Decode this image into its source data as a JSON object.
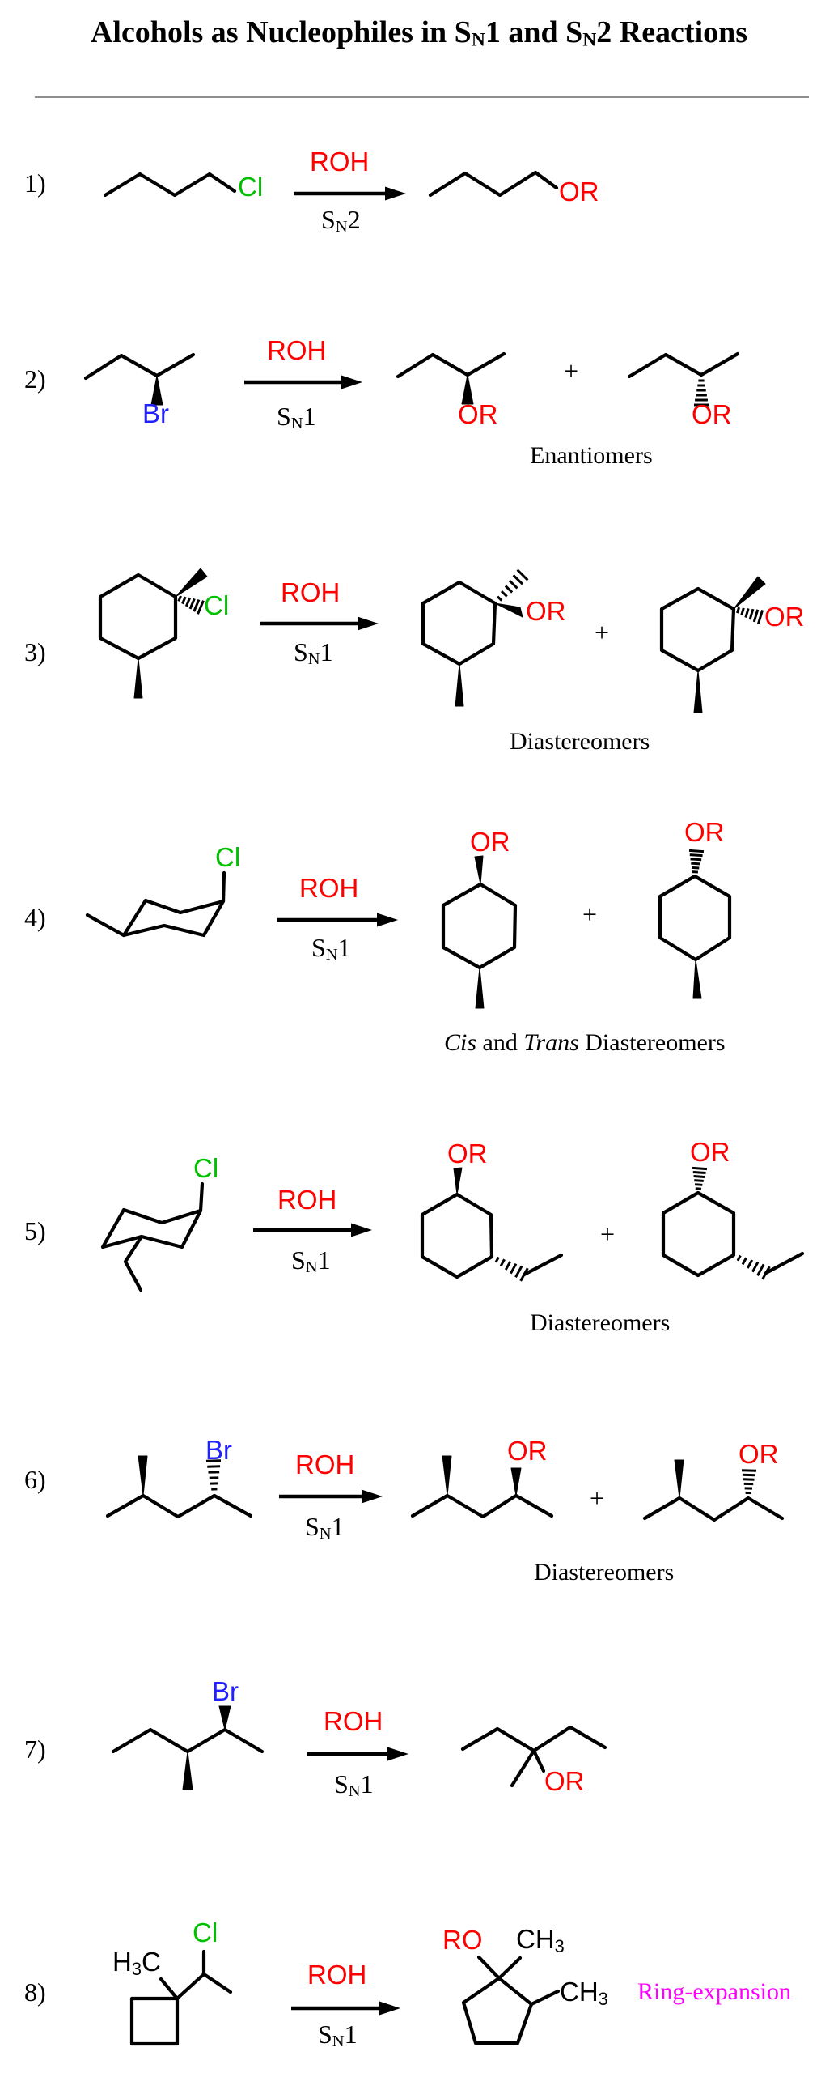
{
  "title": {
    "pre": "Alcohols as Nucleophiles in S",
    "sub1": "N",
    "mid": "1 and S",
    "sub2": "N",
    "post": "2 Reactions"
  },
  "colors": {
    "red": "#FF0000",
    "green": "#00C000",
    "blue": "#2222FF",
    "magenta": "#FF00FF",
    "black": "#000000",
    "divider": "#8E8E8E"
  },
  "reactions": [
    {
      "number": "1)",
      "reagent": "ROH",
      "mech": {
        "s": "S",
        "sub": "N",
        "order": "2"
      },
      "halide": "Cl",
      "or1": "OR"
    },
    {
      "number": "2)",
      "reagent": "ROH",
      "mech": {
        "s": "S",
        "sub": "N",
        "order": "1"
      },
      "halide": "Br",
      "or1": "OR",
      "or2": "OR",
      "plus": "+",
      "descriptor": "Enantiomers"
    },
    {
      "number": "3)",
      "reagent": "ROH",
      "mech": {
        "s": "S",
        "sub": "N",
        "order": "1"
      },
      "halide": "Cl",
      "or1": "OR",
      "or2": "OR",
      "plus": "+",
      "descriptor": "Diastereomers"
    },
    {
      "number": "4)",
      "reagent": "ROH",
      "mech": {
        "s": "S",
        "sub": "N",
        "order": "1"
      },
      "halide": "Cl",
      "or1": "OR",
      "or2": "OR",
      "plus": "+",
      "descriptor_parts": {
        "cis": "Cis",
        "and": " and ",
        "trans": "Trans",
        "rest": " Diastereomers"
      }
    },
    {
      "number": "5)",
      "reagent": "ROH",
      "mech": {
        "s": "S",
        "sub": "N",
        "order": "1"
      },
      "halide": "Cl",
      "or1": "OR",
      "or2": "OR",
      "plus": "+",
      "descriptor": "Diastereomers"
    },
    {
      "number": "6)",
      "reagent": "ROH",
      "mech": {
        "s": "S",
        "sub": "N",
        "order": "1"
      },
      "halide": "Br",
      "or1": "OR",
      "or2": "OR",
      "plus": "+",
      "descriptor": "Diastereomers"
    },
    {
      "number": "7)",
      "reagent": "ROH",
      "mech": {
        "s": "S",
        "sub": "N",
        "order": "1"
      },
      "halide": "Br",
      "or1": "OR"
    },
    {
      "number": "8)",
      "reagent": "ROH",
      "mech": {
        "s": "S",
        "sub": "N",
        "order": "1"
      },
      "halide": "Cl",
      "h3c": {
        "pre": "H",
        "sub": "3",
        "post": "C"
      },
      "ro": "RO",
      "ch3_top": {
        "pre": "CH",
        "sub": "3"
      },
      "ch3_right": {
        "pre": "CH",
        "sub": "3"
      },
      "note": "Ring-expansion"
    }
  ]
}
